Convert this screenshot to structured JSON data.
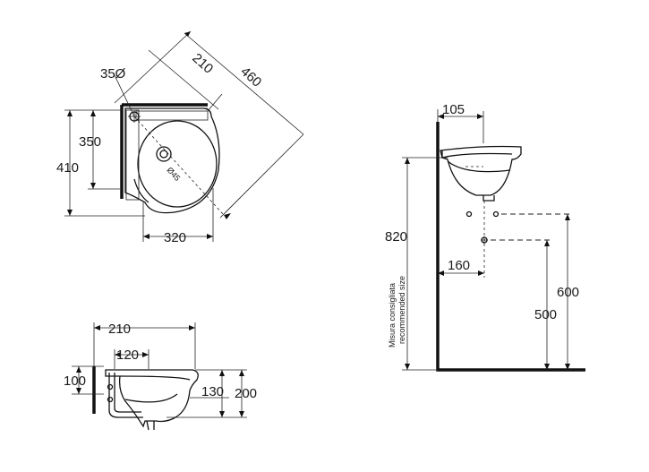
{
  "top_view": {
    "hole_label": "35Ø",
    "dim_diagonal_small": "210",
    "dim_diagonal_large": "460",
    "dim_depth_inner": "350",
    "dim_depth_outer": "410",
    "dim_width": "320",
    "drain_label": "Ø45"
  },
  "front_view": {
    "dim_width_total": "210",
    "dim_width_inner": "120",
    "dim_height_upper": "100",
    "dim_height_bowl": "130",
    "dim_height_total": "200"
  },
  "side_view": {
    "dim_projection": "105",
    "dim_rim_height": "820",
    "dim_fixing_offset": "160",
    "dim_fixing_height": "600",
    "dim_waste_height": "500",
    "note_line1": "Misura consigliata",
    "note_line2": "recommended size"
  }
}
